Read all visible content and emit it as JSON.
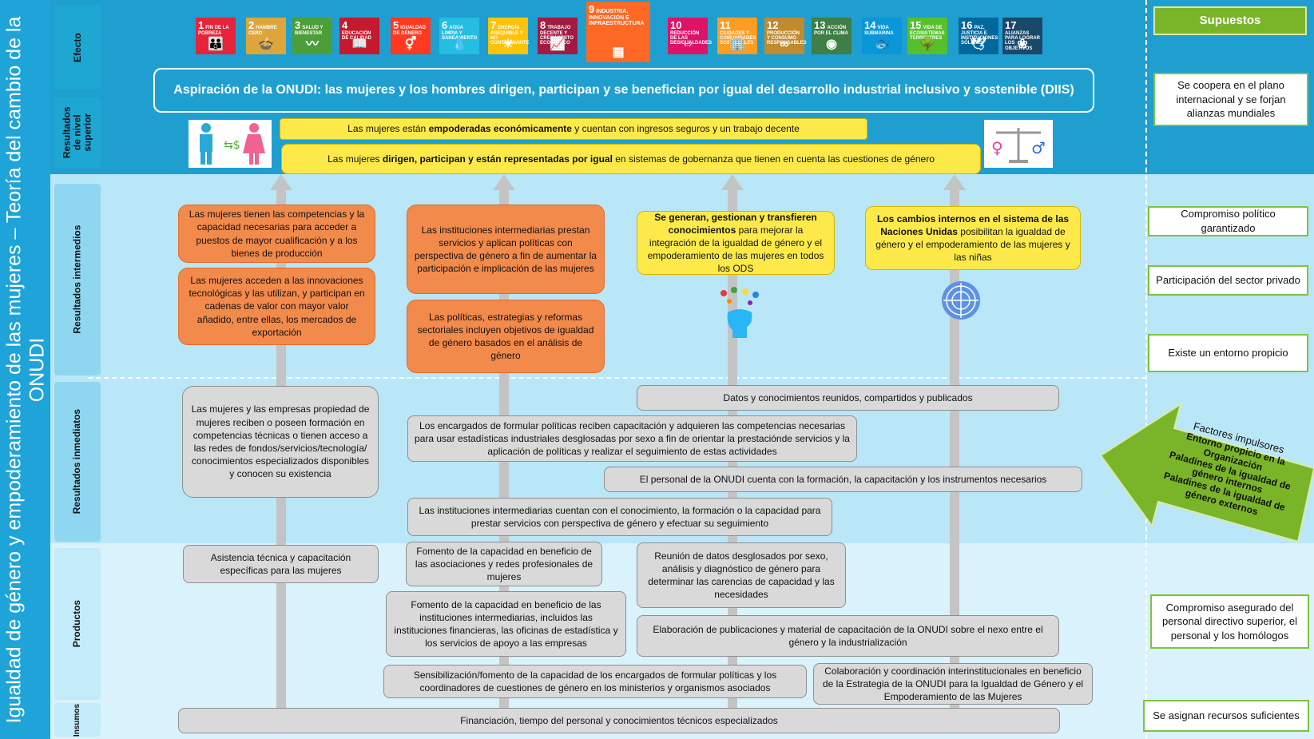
{
  "side_title": "Igualdad de género y empoderamiento de las mujeres – Teoría del cambio de la ONUDI",
  "row_labels": {
    "efecto": "Efecto",
    "nivel_superior": "Resultados de nivel superior",
    "intermedios": "Resultados intermedios",
    "inmediatos": "Resultados inmediatos",
    "productos": "Productos",
    "insumos": "Insumos"
  },
  "sdgs": [
    {
      "num": "1",
      "label": "FIN DE LA POBREZA",
      "glyph": "👪",
      "color": "#e5243b"
    },
    {
      "num": "2",
      "label": "HAMBRE CERO",
      "glyph": "🍲",
      "color": "#dda63a"
    },
    {
      "num": "3",
      "label": "SALUD Y BIENESTAR",
      "glyph": "〰",
      "color": "#4c9f38"
    },
    {
      "num": "4",
      "label": "EDUCACIÓN DE CALIDAD",
      "glyph": "📖",
      "color": "#c5192d"
    },
    {
      "num": "5",
      "label": "IGUALDAD DE GÉNERO",
      "glyph": "⚥",
      "color": "#ff3a21"
    },
    {
      "num": "6",
      "label": "AGUA LIMPIA Y SANEAMIENTO",
      "glyph": "💧",
      "color": "#26bde2"
    },
    {
      "num": "7",
      "label": "ENERGÍA ASEQUIBLE Y NO CONTAMINANTE",
      "glyph": "☀",
      "color": "#fcc30b"
    },
    {
      "num": "8",
      "label": "TRABAJO DECENTE Y CRECIMIENTO ECONÓMICO",
      "glyph": "📈",
      "color": "#a21942"
    },
    {
      "num": "9",
      "label": "INDUSTRIA, INNOVACIÓN E INFRAESTRUCTURA",
      "glyph": "▦",
      "color": "#fd6925"
    },
    {
      "num": "10",
      "label": "REDUCCIÓN DE LAS DESIGUALDADES",
      "glyph": "⇔",
      "color": "#dd1367"
    },
    {
      "num": "11",
      "label": "CIUDADES Y COMUNIDADES SOSTENIBLES",
      "glyph": "🏢",
      "color": "#fd9d24"
    },
    {
      "num": "12",
      "label": "PRODUCCIÓN Y CONSUMO RESPONSABLES",
      "glyph": "∞",
      "color": "#bf8b2e"
    },
    {
      "num": "13",
      "label": "ACCIÓN POR EL CLIMA",
      "glyph": "◉",
      "color": "#3f7e44"
    },
    {
      "num": "14",
      "label": "VIDA SUBMARINA",
      "glyph": "🐟",
      "color": "#0a97d9"
    },
    {
      "num": "15",
      "label": "VIDA DE ECOSISTEMAS TERRESTRES",
      "glyph": "🌳",
      "color": "#56c02b"
    },
    {
      "num": "16",
      "label": "PAZ, JUSTICIA E INSTITUCIONES SÓLIDAS",
      "glyph": "🕊",
      "color": "#00689d"
    },
    {
      "num": "17",
      "label": "ALIANZAS PARA LOGRAR LOS OBJETIVOS",
      "glyph": "❀",
      "color": "#19486a"
    }
  ],
  "aspiration": "Aspiración de la ONUDI: las mujeres y los hombres dirigen, participan y se benefician por igual del desarrollo industrial inclusivo y sostenible (DIIS)",
  "high_level": {
    "r1_pre": "Las mujeres están ",
    "r1_bold": "empoderadas económicamente",
    "r1_post": " y cuentan con ingresos seguros y un trabajo decente",
    "r2_pre": "Las mujeres ",
    "r2_bold": "dirigen, participan y están representadas por igual",
    "r2_post": " en sistemas de gobernanza que tienen en cuenta las cuestiones de género"
  },
  "intermediate": {
    "o1": "Las mujeres tienen las competencias y la capacidad necesarias para acceder a puestos de mayor cualificación y a los bienes de producción",
    "o2": "Las mujeres acceden a las innovaciones tecnológicas y las utilizan, y participan en cadenas de valor con mayor valor añadido, entre ellas, los mercados de exportación",
    "o3": "Las instituciones intermediarias prestan servicios y aplican políticas con perspectiva de género a fin de aumentar la participación e implicación de las mujeres",
    "o4": "Las políticas, estrategias y reformas sectoriales incluyen objetivos de igualdad de género basados en el análisis de género",
    "y1_bold": "Se generan, gestionan y transfieren conocimientos",
    "y1_post": " para mejorar la integración de la igualdad de género y el empoderamiento de las mujeres en todos los ODS",
    "y2_bold": "Los cambios internos en el sistema de las Naciones Unidas",
    "y2_post": " posibilitan la igualdad de género y el empoderamiento de las mujeres y las niñas"
  },
  "immediate": {
    "g1": "Las mujeres y las empresas propiedad de mujeres reciben o poseen formación en competencias técnicas o tienen acceso a las redes de fondos/servicios/tecnología/ conocimientos especializados disponibles y conocen su existencia",
    "g2": "Datos y conocimientos reunidos, compartidos y publicados",
    "g3": "Los encargados de formular políticas reciben capacitación y adquieren las competencias necesarias para usar estadísticas industriales desglosadas por sexo a fin de orientar la prestaciónde servicios y la aplicación de políticas y realizar el seguimiento de estas actividades",
    "g4": "El personal de la ONUDI cuenta con la formación, la capacitación y los instrumentos necesarios",
    "g5": "Las instituciones intermediarias cuentan con el conocimiento, la formación o la capacidad para prestar servicios con perspectiva de género y efectuar su seguimiento"
  },
  "products": {
    "p1": "Asistencia técnica y capacitación específicas para las mujeres",
    "p2": "Fomento de la capacidad en beneficio de las asociaciones y redes profesionales de mujeres",
    "p3": "Reunión de datos desglosados por sexo, análisis y diagnóstico de género para determinar las carencias de capacidad y las necesidades",
    "p4": "Fomento de la capacidad en beneficio de las instituciones intermediarias, incluidos las instituciones financieras, las oficinas de estadística y los servicios de apoyo a las empresas",
    "p5": "Elaboración de publicaciones y material de capacitación de la ONUDI sobre el nexo entre el género y la industrialización",
    "p6": "Sensibilización/fomento de la capacidad de los encargados de formular políticas y los coordinadores de cuestiones de género en los ministerios y organismos asociados",
    "p7": "Colaboración y coordinación interinstitucionales en beneficio de la Estrategia de la ONUDI para la Igualdad de Género y el Empoderamiento de las Mujeres"
  },
  "inputs": "Financiación, tiempo del personal y conocimientos técnicos especializados",
  "assumptions": {
    "header": "Supuestos",
    "a1": "Se coopera en el plano internacional y se forjan alianzas mundiales",
    "a2": "Compromiso político garantizado",
    "a3": "Participación del sector privado",
    "a4": "Existe un entorno propicio",
    "a5": "Compromiso asegurado del personal directivo superior, el personal y los homólogos",
    "a6": "Se asignan recursos suficientes"
  },
  "drivers": {
    "title": "Factores impulsores",
    "d1": "Entorno propicio en la Organización",
    "d2": "Paladines de la igualdad de género internos",
    "d3": "Paladines de la igualdad de género externos"
  },
  "colors": {
    "side": "#1ea4d8",
    "band_top": "#1fa0d0",
    "band_mid": "#bfe8f7",
    "band_light": "#d6f1fb",
    "orange": "#f28a4c",
    "yellow": "#fdea4a",
    "grey": "#d9d9d9",
    "green": "#7ab529"
  }
}
